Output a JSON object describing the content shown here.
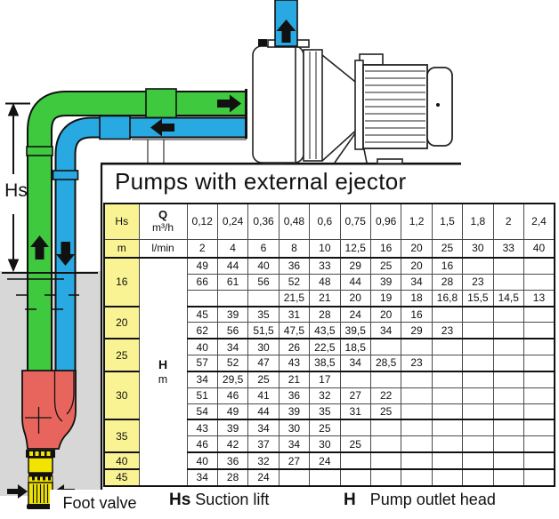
{
  "title": "Pumps with external ejector",
  "diagram": {
    "hs_dimension_label": "Hs",
    "foot_valve_label": "Foot valve",
    "colors": {
      "suction_pipe_green": "#3fc93f",
      "delivery_pipe_blue": "#29a9e2",
      "ejector_red": "#e8655e",
      "foot_valve_yellow": "#f2e400",
      "water_gray": "#d7d7d7",
      "table_header_yellow": "#faf393"
    }
  },
  "table": {
    "corner_header": {
      "label": "Hs",
      "unit": "m"
    },
    "flow_header": {
      "label": "Q",
      "unit_row1": "m³/h",
      "unit_row2": "l/min"
    },
    "flow_m3h": [
      "0,12",
      "0,24",
      "0,36",
      "0,48",
      "0,6",
      "0,75",
      "0,96",
      "1,2",
      "1,5",
      "1,8",
      "2",
      "2,4"
    ],
    "flow_lmin": [
      "2",
      "4",
      "6",
      "8",
      "10",
      "12,5",
      "16",
      "20",
      "25",
      "30",
      "33",
      "40"
    ],
    "output_header": {
      "label": "H",
      "unit": "m"
    },
    "groups": [
      {
        "hs": "16",
        "rows": [
          [
            "49",
            "44",
            "40",
            "36",
            "33",
            "29",
            "25",
            "20",
            "16",
            "",
            "",
            ""
          ],
          [
            "66",
            "61",
            "56",
            "52",
            "48",
            "44",
            "39",
            "34",
            "28",
            "23",
            "",
            ""
          ],
          [
            "",
            "",
            "",
            "21,5",
            "21",
            "20",
            "19",
            "18",
            "16,8",
            "15,5",
            "14,5",
            "13"
          ]
        ]
      },
      {
        "hs": "20",
        "rows": [
          [
            "45",
            "39",
            "35",
            "31",
            "28",
            "24",
            "20",
            "16",
            "",
            "",
            "",
            ""
          ],
          [
            "62",
            "56",
            "51,5",
            "47,5",
            "43,5",
            "39,5",
            "34",
            "29",
            "23",
            "",
            "",
            ""
          ]
        ]
      },
      {
        "hs": "25",
        "rows": [
          [
            "40",
            "34",
            "30",
            "26",
            "22,5",
            "18,5",
            "",
            "",
            "",
            "",
            "",
            ""
          ],
          [
            "57",
            "52",
            "47",
            "43",
            "38,5",
            "34",
            "28,5",
            "23",
            "",
            "",
            "",
            ""
          ]
        ]
      },
      {
        "hs": "30",
        "rows": [
          [
            "34",
            "29,5",
            "25",
            "21",
            "17",
            "",
            "",
            "",
            "",
            "",
            "",
            ""
          ],
          [
            "51",
            "46",
            "41",
            "36",
            "32",
            "27",
            "22",
            "",
            "",
            "",
            "",
            ""
          ],
          [
            "54",
            "49",
            "44",
            "39",
            "35",
            "31",
            "25",
            "",
            "",
            "",
            "",
            ""
          ]
        ]
      },
      {
        "hs": "35",
        "rows": [
          [
            "43",
            "39",
            "34",
            "30",
            "25",
            "",
            "",
            "",
            "",
            "",
            "",
            ""
          ],
          [
            "46",
            "42",
            "37",
            "34",
            "30",
            "25",
            "",
            "",
            "",
            "",
            "",
            ""
          ]
        ]
      },
      {
        "hs": "40",
        "rows": [
          [
            "40",
            "36",
            "32",
            "27",
            "24",
            "",
            "",
            "",
            "",
            "",
            "",
            ""
          ]
        ]
      },
      {
        "hs": "45",
        "rows": [
          [
            "34",
            "28",
            "24",
            "",
            "",
            "",
            "",
            "",
            "",
            "",
            "",
            ""
          ]
        ]
      }
    ]
  },
  "legend": {
    "hs_symbol": "Hs",
    "hs_text": "Suction lift",
    "h_symbol": "H",
    "h_text": "Pump outlet head"
  }
}
